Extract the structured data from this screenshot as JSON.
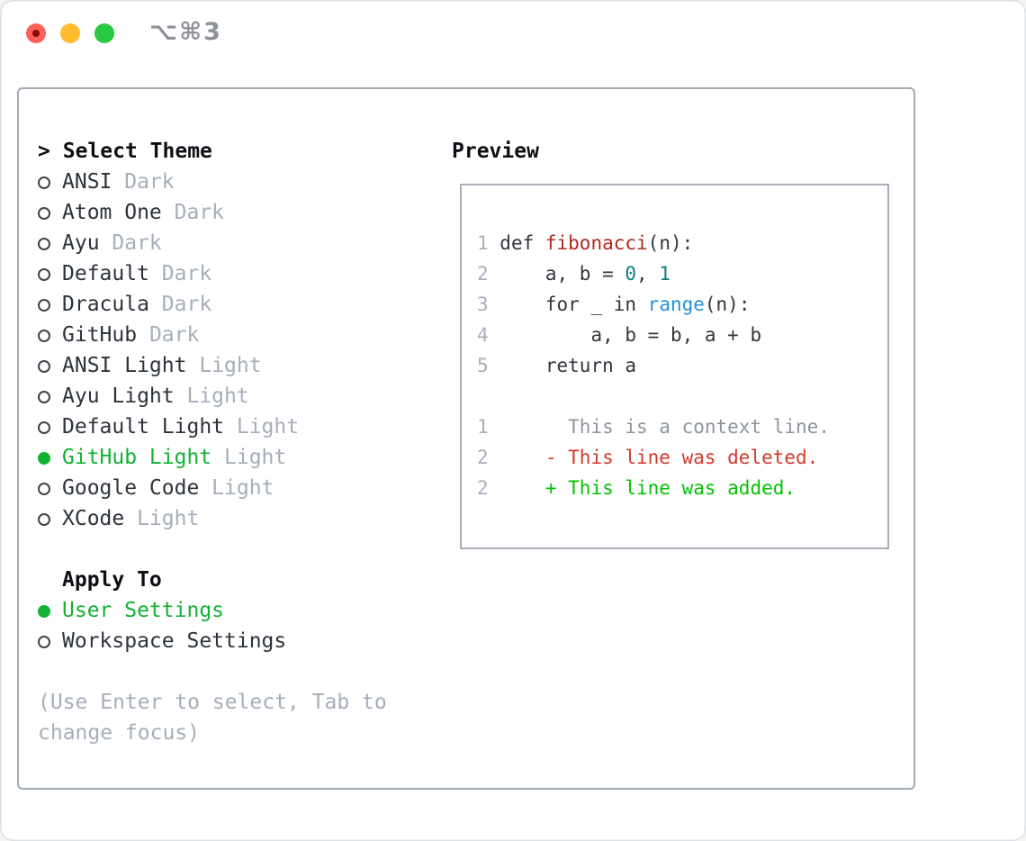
{
  "window": {
    "title_shortcut": "⌥⌘3"
  },
  "traffic_lights": [
    {
      "name": "close-button",
      "color": "#ff5f57",
      "dot_color": "#870a06",
      "has_dot": true
    },
    {
      "name": "minimize-button",
      "color": "#febc2e",
      "dot_color": "",
      "has_dot": false
    },
    {
      "name": "zoom-button",
      "color": "#28c840",
      "dot_color": "",
      "has_dot": false
    }
  ],
  "theme_picker": {
    "header": "Select Theme",
    "prompt": ">",
    "items": [
      {
        "name": "ANSI",
        "variant": "Dark",
        "selected": false
      },
      {
        "name": "Atom One",
        "variant": "Dark",
        "selected": false
      },
      {
        "name": "Ayu",
        "variant": "Dark",
        "selected": false
      },
      {
        "name": "Default",
        "variant": "Dark",
        "selected": false
      },
      {
        "name": "Dracula",
        "variant": "Dark",
        "selected": false
      },
      {
        "name": "GitHub",
        "variant": "Dark",
        "selected": false
      },
      {
        "name": "ANSI Light",
        "variant": "Light",
        "selected": false
      },
      {
        "name": "Ayu Light",
        "variant": "Light",
        "selected": false
      },
      {
        "name": "Default Light",
        "variant": "Light",
        "selected": false
      },
      {
        "name": "GitHub Light",
        "variant": "Light",
        "selected": true
      },
      {
        "name": "Google Code",
        "variant": "Light",
        "selected": false
      },
      {
        "name": "XCode",
        "variant": "Light",
        "selected": false
      }
    ]
  },
  "apply_to": {
    "header": "Apply To",
    "options": [
      {
        "label": "User Settings",
        "selected": true
      },
      {
        "label": "Workspace Settings",
        "selected": false
      }
    ]
  },
  "hint": {
    "lines": [
      "(Use Enter to select, Tab to",
      "change focus)"
    ]
  },
  "preview": {
    "header": "Preview",
    "lines": [
      {
        "num": "1",
        "tokens": [
          {
            "text": "def ",
            "style": "code"
          },
          {
            "text": "fibonacci",
            "style": "func"
          },
          {
            "text": "(n):",
            "style": "code"
          }
        ]
      },
      {
        "num": "2",
        "tokens": [
          {
            "text": "    a, b = ",
            "style": "code"
          },
          {
            "text": "0",
            "style": "numlit"
          },
          {
            "text": ", ",
            "style": "code"
          },
          {
            "text": "1",
            "style": "numlit"
          }
        ]
      },
      {
        "num": "3",
        "tokens": [
          {
            "text": "    for _ in ",
            "style": "code"
          },
          {
            "text": "range",
            "style": "builtin"
          },
          {
            "text": "(n):",
            "style": "code"
          }
        ]
      },
      {
        "num": "4",
        "tokens": [
          {
            "text": "        a, b = b, a + b",
            "style": "code"
          }
        ]
      },
      {
        "num": "5",
        "tokens": [
          {
            "text": "    return a",
            "style": "code"
          }
        ]
      },
      {
        "num": "",
        "tokens": []
      },
      {
        "num": "1",
        "tokens": [
          {
            "text": "      This is a context line.",
            "style": "context"
          }
        ]
      },
      {
        "num": "2",
        "tokens": [
          {
            "text": "    - This line was deleted.",
            "style": "del"
          }
        ]
      },
      {
        "num": "2",
        "tokens": [
          {
            "text": "    + This line was added.",
            "style": "add"
          }
        ]
      }
    ]
  },
  "colors": {
    "header": "#0c0f13",
    "item": "#2d333b",
    "muted": "#a5aeb9",
    "selgreen": "#12b232",
    "lineno": "#a6b0bc",
    "code": "#30363d",
    "func": "#b0281d",
    "numlit": "#0d7d80",
    "builtin": "#2094d8",
    "context": "#8d959e",
    "deleted": "#d3392a",
    "added": "#04c104"
  }
}
